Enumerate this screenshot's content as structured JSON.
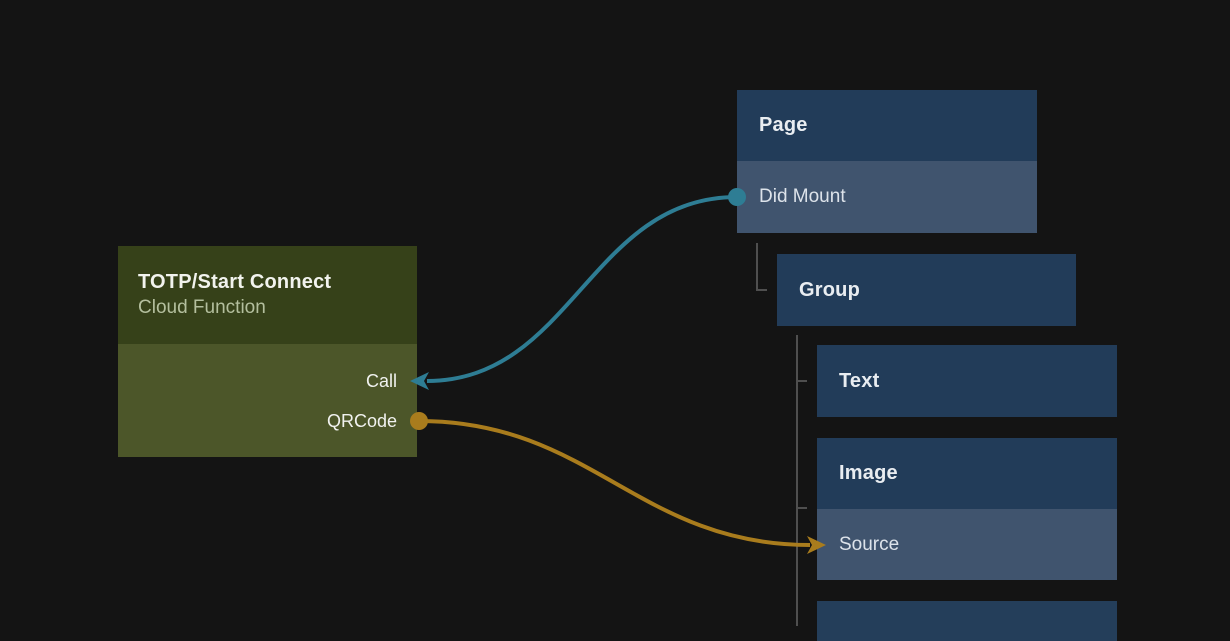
{
  "colors": {
    "bg": "#141414",
    "fn_header": "#364119",
    "fn_body": "#4c5629",
    "node_header": "#223c59",
    "node_subrow": "#40546e",
    "edge_teal": "#2e7d94",
    "edge_orange": "#a97c1d",
    "tree_line": "#4f4f4f"
  },
  "function_node": {
    "title": "TOTP/Start Connect",
    "subtitle": "Cloud Function",
    "ports": [
      {
        "label": "Call",
        "direction": "input",
        "connector": "arrow-icon",
        "color": "#2e7d94"
      },
      {
        "label": "QRCode",
        "direction": "output",
        "connector": "dot-icon",
        "color": "#a97c1d"
      }
    ]
  },
  "component_tree": {
    "nodes": [
      {
        "title": "Page",
        "event": "Did Mount"
      },
      {
        "title": "Group"
      },
      {
        "title": "Text"
      },
      {
        "title": "Image",
        "prop": "Source"
      },
      {
        "title": ""
      }
    ]
  },
  "connections": [
    {
      "from": "Page / Did Mount",
      "to": "TOTP/Start Connect / Call",
      "color": "#2e7d94"
    },
    {
      "from": "TOTP/Start Connect / QRCode",
      "to": "Image / Source",
      "color": "#a97c1d"
    }
  ]
}
